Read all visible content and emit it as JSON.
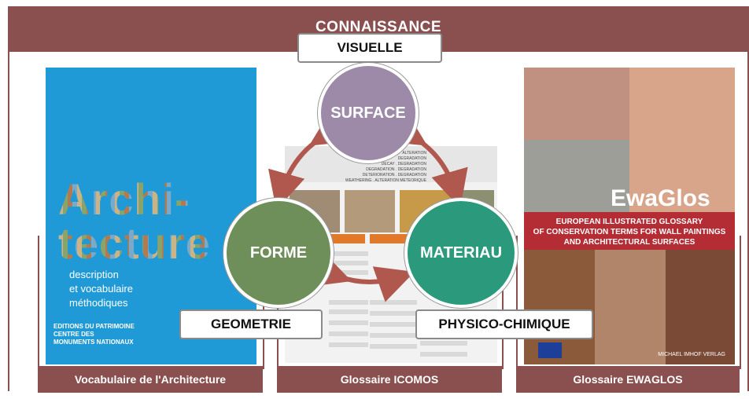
{
  "header": {
    "title": "CONNAISSANCE"
  },
  "nodes": {
    "surface": "SURFACE",
    "forme": "FORME",
    "materiau": "MATERIAU"
  },
  "labels": {
    "visuelle": "VISUELLE",
    "geometrie": "GEOMETRIE",
    "physico": "PHYSICO-CHIMIQUE"
  },
  "books": [
    {
      "caption": "Vocabulaire de l'Architecture",
      "cover_title_1": "Archi-",
      "cover_title_2": "tecture",
      "cover_subtitle": "description\net vocabulaire\nméthodiques",
      "cover_publisher": "EDITIONS DU PATRIMOINE\nCENTRE DES\nMONUMENTS NATIONAUX"
    },
    {
      "caption": "Glossaire ICOMOS",
      "header_lines": [
        "ALTERATION",
        "DEGRADATION",
        "DECAY . DEGRADATION",
        "DEGRADATION . DEGRADATION",
        "DETERIORATION . DEGRADATION",
        "WEATHERING . ALTERATION METEORIQUE"
      ]
    },
    {
      "caption": "Glossaire EWAGLOS",
      "cover_title": "EwaGlos",
      "cover_subtitle": "EUROPEAN ILLUSTRATED GLOSSARY\nOF CONSERVATION TERMS FOR WALL PAINTINGS\nAND ARCHITECTURAL SURFACES",
      "cover_publisher": "MICHAEL IMHOF VERLAG"
    }
  ],
  "colors": {
    "accent": "#8a4f4f",
    "surface": "#9c8aa8",
    "forme": "#6f8f5a",
    "materiau": "#2b9a7c",
    "arrow": "#b0584e"
  }
}
